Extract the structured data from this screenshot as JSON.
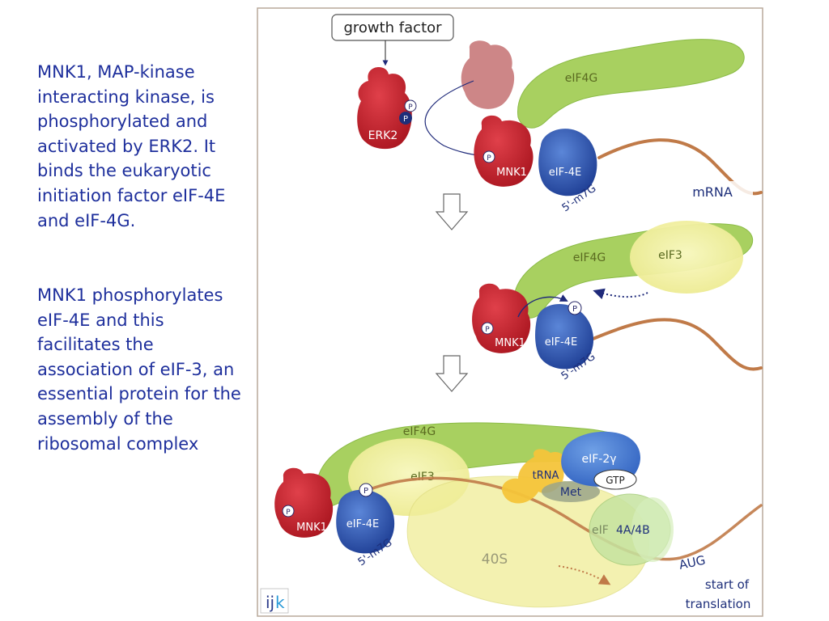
{
  "text": {
    "paragraph1": "MNK1, MAP-kinase interacting kinase, is phosphorylated and activated by ERK2. It binds the eukaryotic initiation factor eIF-4E and eIF-4G.",
    "paragraph2": "MNK1 phosphorylates eIF-4E and this facilitates the association of eIF-3, an essential protein for the assembly of the ribosomal complex"
  },
  "diagram": {
    "growth_factor": "growth factor",
    "erk2": "ERK2",
    "mnk1": "MNK1",
    "eif4e": "eIF-4E",
    "eif4g": "eIF4G",
    "eif3": "eIF3",
    "mrna": "mRNA",
    "cap": "5'-m7G",
    "phospho": "P",
    "trna": "tRNA",
    "met": "Met",
    "eif2": "eIF-2γ",
    "gtp": "GTP",
    "eif4a_prefix": "eIF",
    "eif4a_suffix": "4A/4B",
    "ribosome": "40S",
    "aug": "AUG",
    "start_line1": "start of",
    "start_line2": "translation",
    "logo_ij": "ij",
    "logo_k": "k"
  },
  "colors": {
    "text_blue": "#1e2f9c",
    "mnk_red": "#c8202a",
    "eif4e_blue": "#2c55b0",
    "eif4g_green": "#a8d060",
    "eif3_yellow": "#f2f09a",
    "mrna_brown": "#c07a48"
  }
}
